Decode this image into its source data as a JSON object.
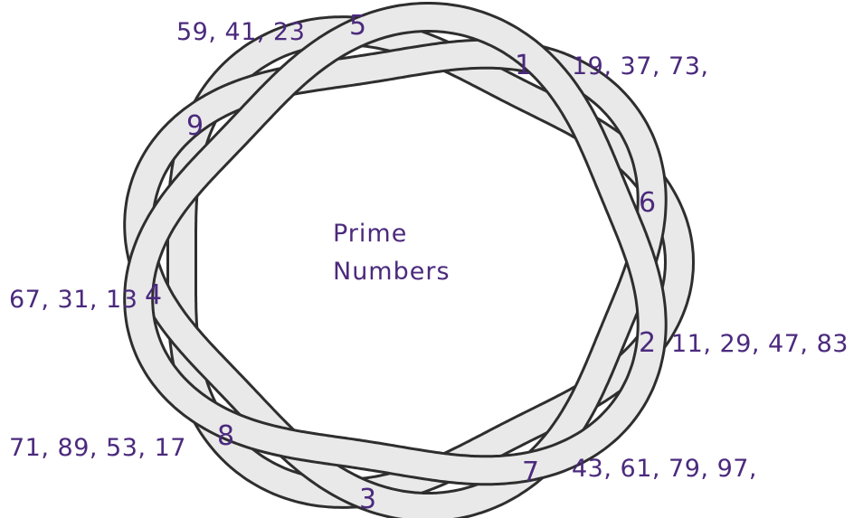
{
  "center_label": {
    "line1": "Prime",
    "line2": "Numbers"
  },
  "ink_color": "#4b2a7d",
  "nodes": [
    {
      "digit": "1",
      "primes": "19, 37, 73,"
    },
    {
      "digit": "6",
      "primes": ""
    },
    {
      "digit": "2",
      "primes": "11, 29, 47, 83"
    },
    {
      "digit": "7",
      "primes": "43, 61, 79, 97,"
    },
    {
      "digit": "3",
      "primes": ""
    },
    {
      "digit": "8",
      "primes": "71, 89, 53, 17"
    },
    {
      "digit": "4",
      "primes": "67, 31, 13"
    },
    {
      "digit": "9",
      "primes": ""
    },
    {
      "digit": "5",
      "primes": "59, 41, 23"
    }
  ]
}
